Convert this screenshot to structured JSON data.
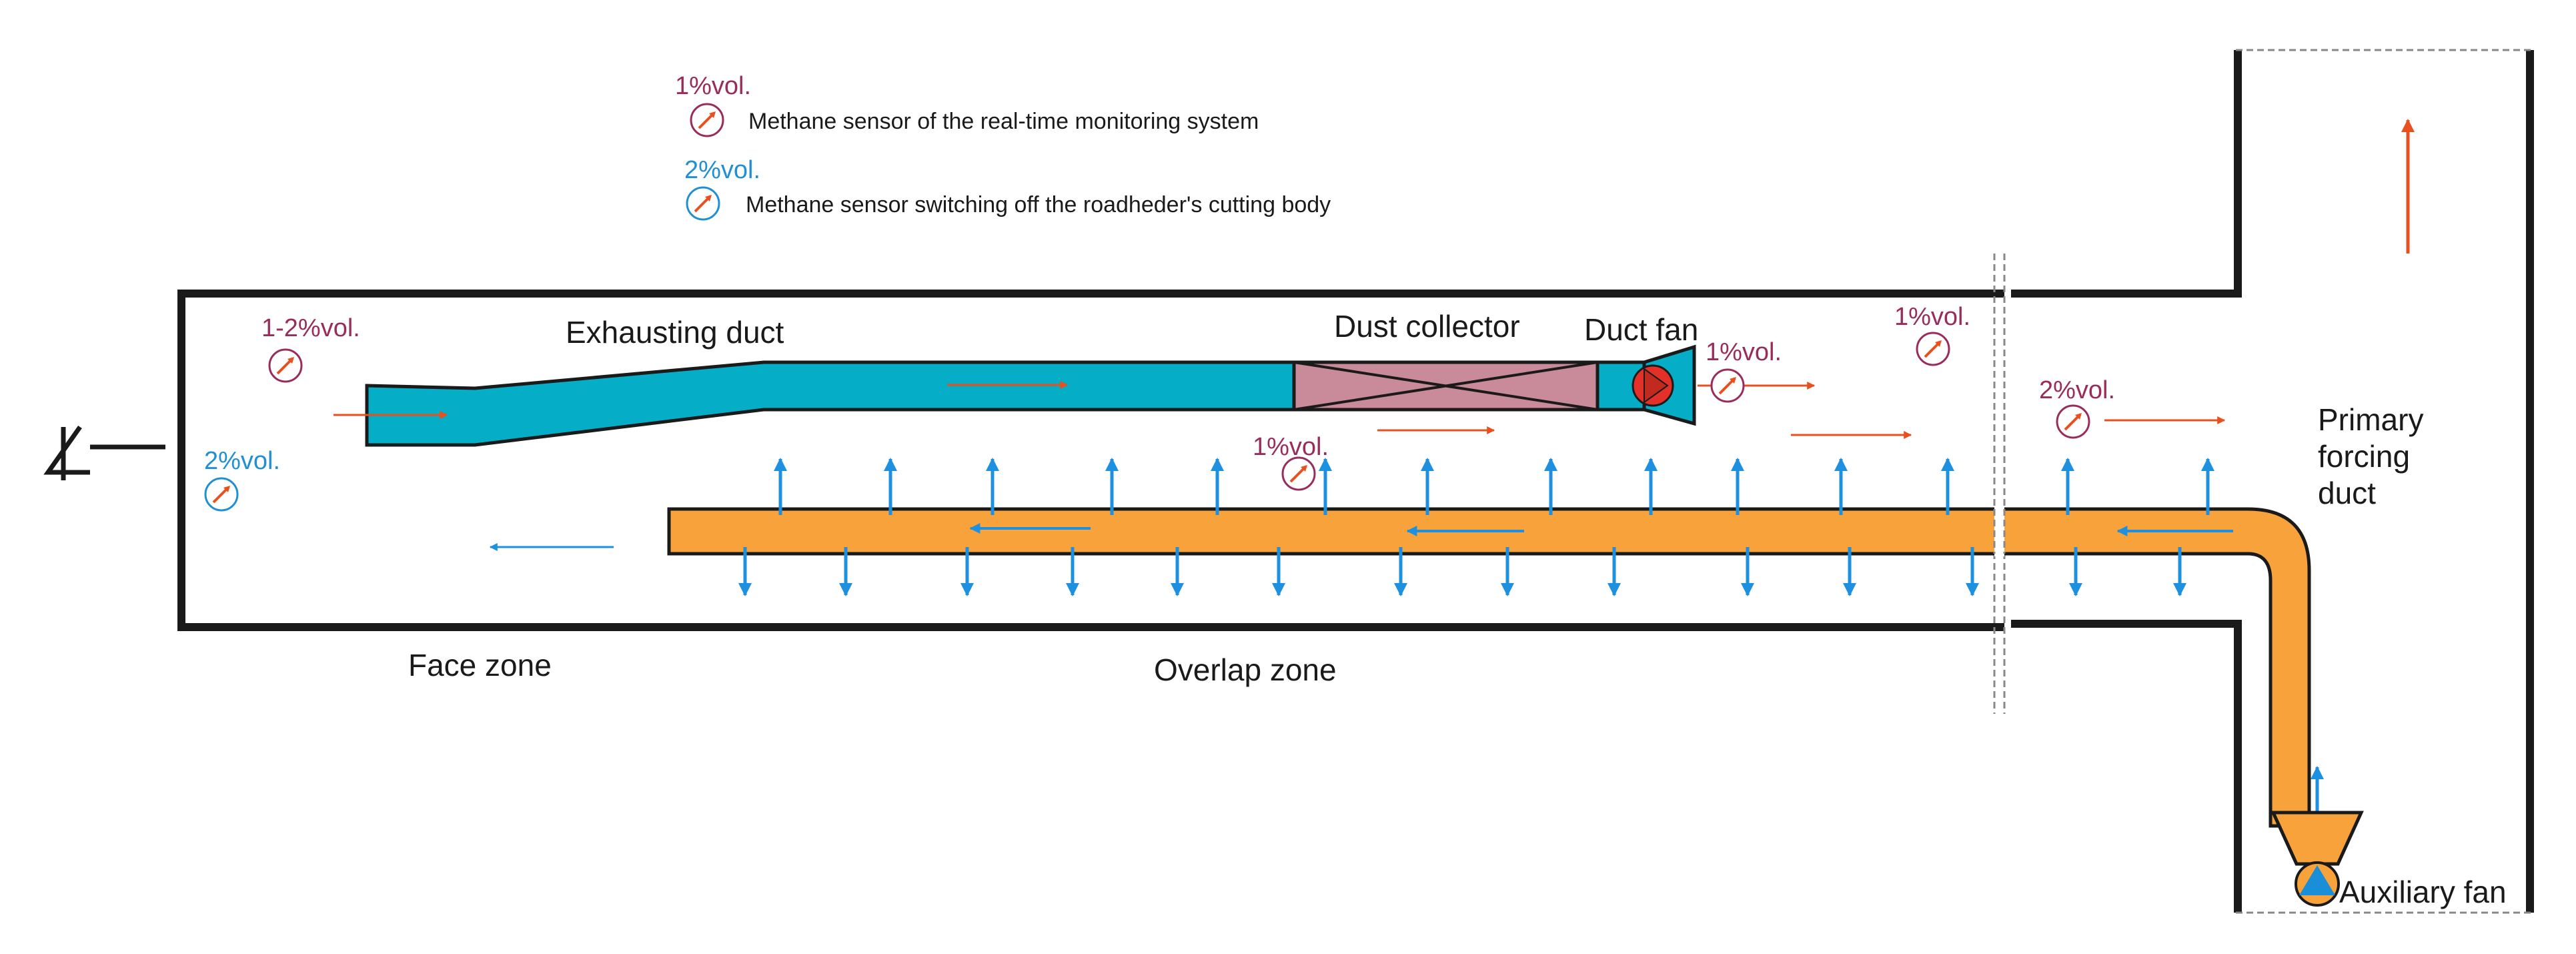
{
  "legend": {
    "monitoring_label": "1%vol.",
    "monitoring_text": "Methane sensor of the real-time monitoring system",
    "cutoff_label": "2%vol.",
    "cutoff_text": "Methane sensor switching off the roadheder's cutting body"
  },
  "labels": {
    "exhausting_duct": "Exhausting duct",
    "dust_collector": "Dust collector",
    "duct_fan": "Duct fan",
    "primary_forcing_duct_1": "Primary",
    "primary_forcing_duct_2": "forcing",
    "primary_forcing_duct_3": "duct",
    "auxiliary_fan": "Auxiliary fan",
    "face_zone": "Face zone",
    "overlap_zone": "Overlap zone",
    "face_mark": "4"
  },
  "sensors": {
    "face_purple": "1-2%vol.",
    "face_blue": "2%vol.",
    "overlap_purple": "1%vol.",
    "fan_outlet_purple": "1%vol.",
    "junction_purple": "1%vol.",
    "junction_blue": "2%vol."
  },
  "colors": {
    "exhaust_duct": "#05adc6",
    "forcing_duct": "#f7a23a",
    "dust_collector": "#c98a99",
    "fan_red": "#e3312a",
    "fan_blue": "#1a8fd8",
    "airflow_red": "#e8501f",
    "airflow_blue": "#1e90e0",
    "sensor_purple": "#9a2c5c",
    "sensor_blue": "#1f8fd6",
    "wall": "#1a1a1a"
  }
}
